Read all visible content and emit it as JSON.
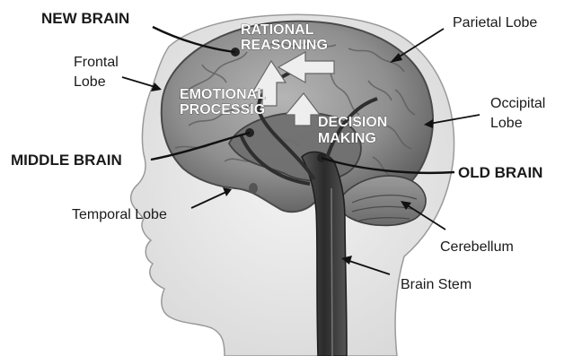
{
  "labels": {
    "new_brain": "NEW BRAIN",
    "middle_brain": "MIDDLE BRAIN",
    "old_brain": "OLD BRAIN",
    "frontal_lobe_line1": "Frontal",
    "frontal_lobe_line2": "Lobe",
    "parietal_lobe": "Parietal Lobe",
    "occipital_lobe_line1": "Occipital",
    "occipital_lobe_line2": "Lobe",
    "temporal_lobe": "Temporal Lobe",
    "cerebellum": "Cerebellum",
    "brain_stem": "Brain Stem"
  },
  "functions": {
    "rational_line1": "RATIONAL",
    "rational_line2": "REASONING",
    "emotional_line1": "EMOTIONAL",
    "emotional_line2": "PROCESSIG",
    "decision_line1": "DECISION",
    "decision_line2": "MAKING"
  },
  "colors": {
    "head": "#e6e6e6",
    "head_outline": "#9a9a9a",
    "brain": "#8f8f8f",
    "brain_dark": "#5e5e5e",
    "stem": "#3c3c3c",
    "arrow_fill": "#eeeeee"
  }
}
